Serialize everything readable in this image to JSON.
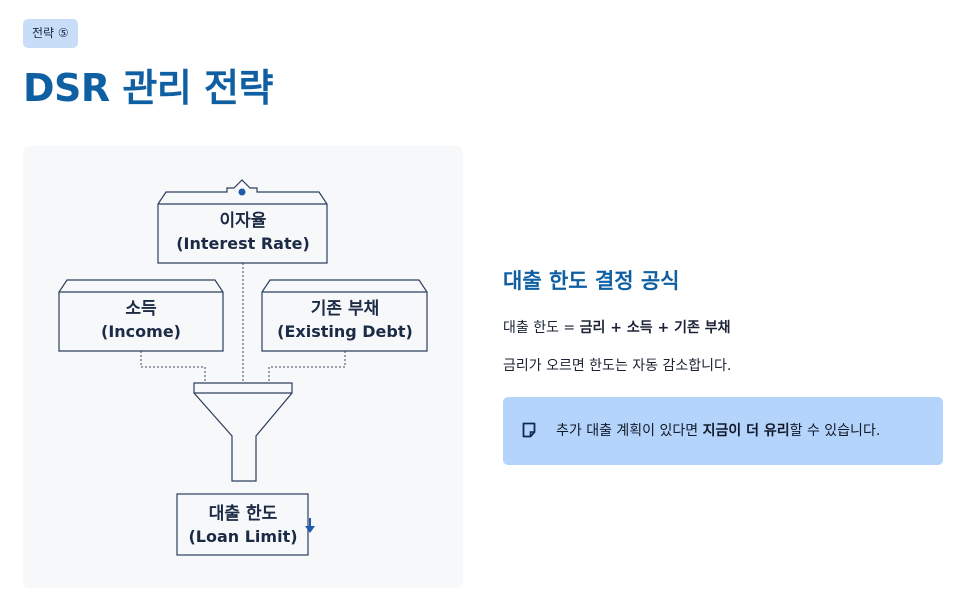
{
  "header": {
    "badge": "전략 ⑤",
    "title": "DSR 관리 전략"
  },
  "diagram": {
    "nodes": {
      "interest": {
        "ko": "이자율",
        "en": "(Interest Rate)"
      },
      "income": {
        "ko": "소득",
        "en": "(Income)"
      },
      "debt": {
        "ko": "기존 부채",
        "en": "(Existing Debt)"
      },
      "loan": {
        "ko": "대출 한도",
        "en": "(Loan Limit)"
      }
    }
  },
  "content": {
    "section_title": "대출 한도 결정 공식",
    "formula_prefix": "대출 한도 = ",
    "formula_terms": "금리 + 소득 + 기존 부채",
    "description": "금리가 오르면 한도는 자동 감소합니다.",
    "callout": {
      "icon": "note-icon",
      "prefix": "추가 대출 계획이 있다면 ",
      "emphasis": "지금이 더 유리",
      "suffix": "할 수 있습니다."
    }
  },
  "colors": {
    "accent": "#0f5fa3",
    "badge_bg": "#c8ddf8",
    "callout_bg": "#b5d4fb",
    "diagram_stroke": "#2c3e5c"
  }
}
